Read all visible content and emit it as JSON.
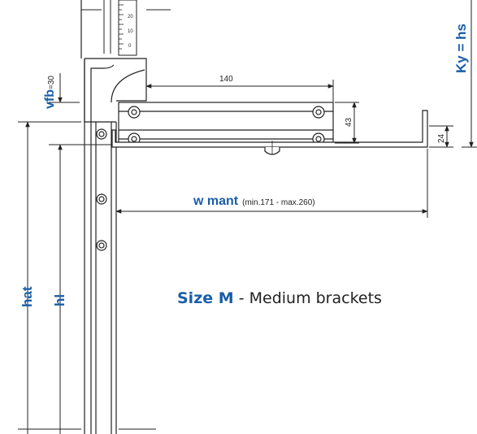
{
  "labels": {
    "vfb": "vfb",
    "vfb_value": "=30",
    "ky_hs": "Ky = hs",
    "hat": "hat",
    "hl": "hl",
    "w_mant": "w mant",
    "w_mant_range": "(min.171 - max.260)",
    "dim_140": "140",
    "dim_43": "43",
    "dim_24": "24"
  },
  "ruler_ticks": [
    "20",
    "10",
    "0"
  ],
  "caption": {
    "size": "Size M",
    "text": " - Medium brackets"
  },
  "colors": {
    "accent": "#1a5ea8",
    "line": "#222222"
  }
}
